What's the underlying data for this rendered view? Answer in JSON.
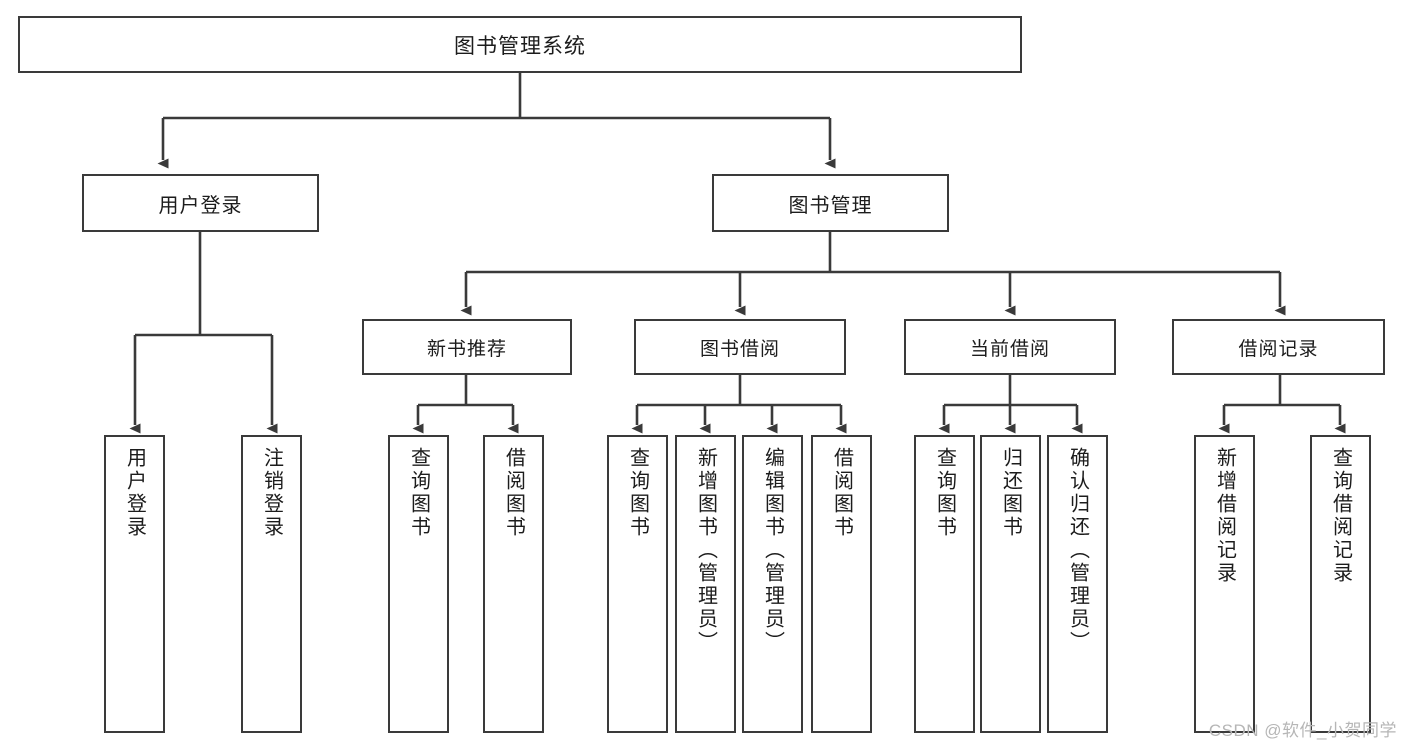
{
  "diagram": {
    "type": "tree-hierarchy-diagram",
    "title": "图书管理系统",
    "colors": {
      "stroke": "#3a3a3a",
      "fill": "#ffffff",
      "text": "#1c1c1c",
      "watermark": "#b6b6b6"
    },
    "nodes": {
      "root": {
        "label": "图书管理系统",
        "level": 1,
        "orientation": "horizontal"
      },
      "level2": [
        {
          "id": "user-login",
          "label": "用户登录",
          "orientation": "horizontal"
        },
        {
          "id": "book-management",
          "label": "图书管理",
          "orientation": "horizontal"
        }
      ],
      "level3": [
        {
          "id": "new-book-recommend",
          "label": "新书推荐",
          "orientation": "horizontal",
          "parent": "book-management"
        },
        {
          "id": "book-borrow",
          "label": "图书借阅",
          "orientation": "horizontal",
          "parent": "book-management"
        },
        {
          "id": "current-borrow",
          "label": "当前借阅",
          "orientation": "horizontal",
          "parent": "book-management"
        },
        {
          "id": "borrow-record",
          "label": "借阅记录",
          "orientation": "horizontal",
          "parent": "book-management"
        }
      ],
      "leaves": [
        {
          "id": "leaf-user-login",
          "label": "用户登录",
          "parent": "user-login",
          "orientation": "vertical"
        },
        {
          "id": "leaf-logout-login",
          "label": "注销登录",
          "parent": "user-login",
          "orientation": "vertical"
        },
        {
          "id": "leaf-query-book-1",
          "label": "查询图书",
          "parent": "new-book-recommend",
          "orientation": "vertical"
        },
        {
          "id": "leaf-borrow-book-1",
          "label": "借阅图书",
          "parent": "new-book-recommend",
          "orientation": "vertical"
        },
        {
          "id": "leaf-query-book-2",
          "label": "查询图书",
          "parent": "book-borrow",
          "orientation": "vertical"
        },
        {
          "id": "leaf-add-book",
          "label": "新增图书（管理员）",
          "parent": "book-borrow",
          "orientation": "vertical"
        },
        {
          "id": "leaf-edit-book",
          "label": "编辑图书（管理员）",
          "parent": "book-borrow",
          "orientation": "vertical"
        },
        {
          "id": "leaf-borrow-book-2",
          "label": "借阅图书",
          "parent": "book-borrow",
          "orientation": "vertical"
        },
        {
          "id": "leaf-query-book-3",
          "label": "查询图书",
          "parent": "current-borrow",
          "orientation": "vertical"
        },
        {
          "id": "leaf-return-book",
          "label": "归还图书",
          "parent": "current-borrow",
          "orientation": "vertical"
        },
        {
          "id": "leaf-confirm-return",
          "label": "确认归还（管理员）",
          "parent": "current-borrow",
          "orientation": "vertical"
        },
        {
          "id": "leaf-add-borrow-record",
          "label": "新增借阅记录",
          "parent": "borrow-record",
          "orientation": "vertical"
        },
        {
          "id": "leaf-query-borrow-record",
          "label": "查询借阅记录",
          "parent": "borrow-record",
          "orientation": "vertical"
        }
      ]
    }
  },
  "watermark": {
    "text": "CSDN @软件_小贺同学"
  }
}
